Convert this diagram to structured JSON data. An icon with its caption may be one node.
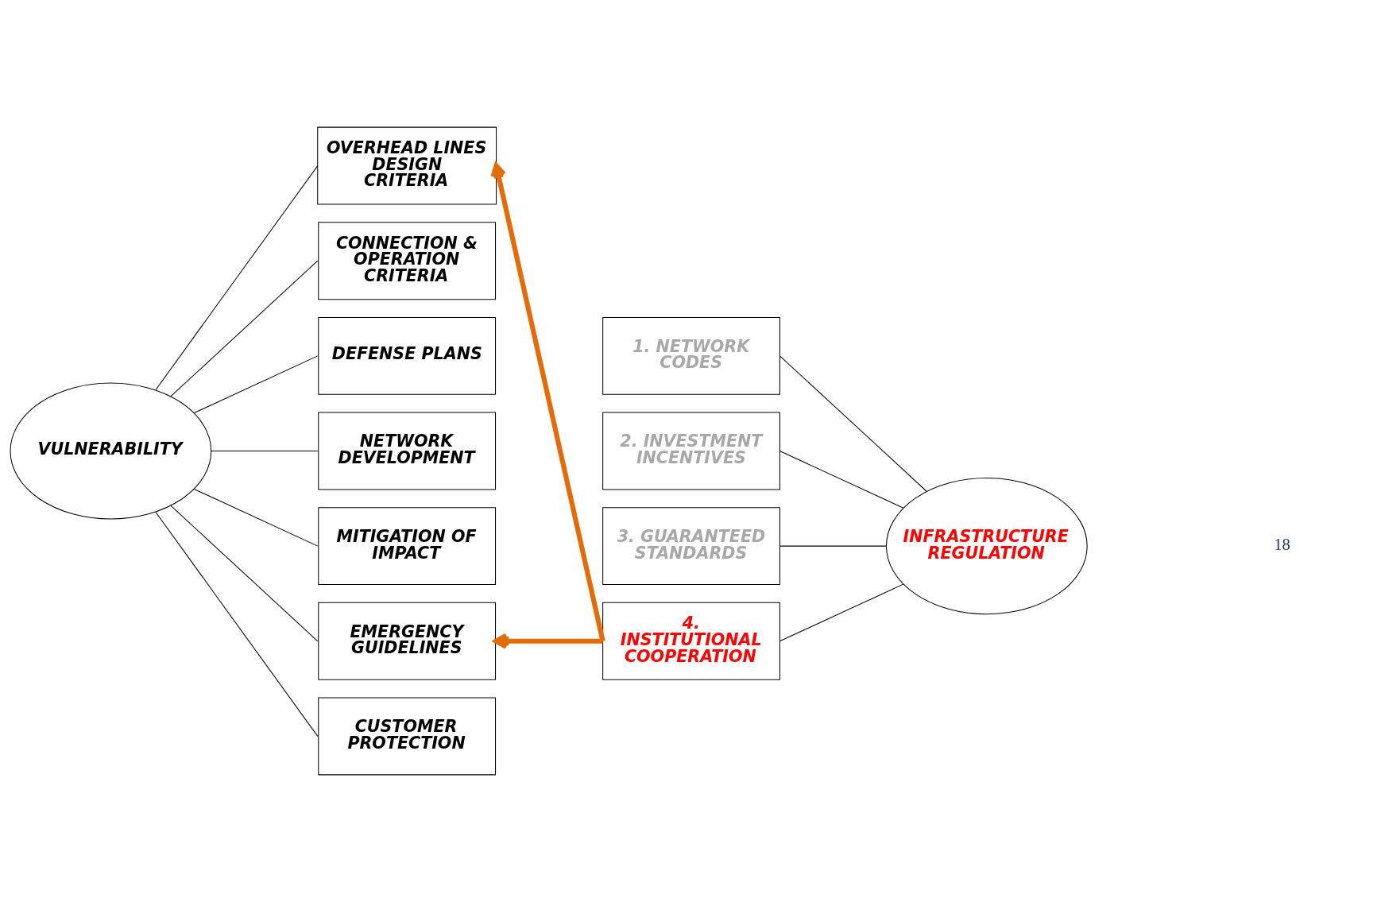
{
  "diagram": {
    "nodes": [
      {
        "text": [
          "VULNERABILITY"
        ]
      },
      {
        "text": [
          "OVERHEAD LINES DESIGN CRITERIA"
        ]
      },
      {
        "text": [
          "CONNECTION & OPERATION CRITERIA"
        ]
      },
      {
        "text": [
          "DEFENSE PLANS"
        ]
      },
      {
        "text": [
          "NETWORK DEVELOPMENT"
        ]
      },
      {
        "text": [
          "MITIGATION OF IMPACT"
        ]
      },
      {
        "text": [
          "EMERGENCY GUIDELINES"
        ]
      },
      {
        "text": [
          "CUSTOMER PROTECTION"
        ]
      },
      {
        "text": [
          "1. NETWORK CODES"
        ]
      },
      {
        "text": [
          "2. INVESTMENT INCENTIVES"
        ]
      },
      {
        "text": [
          "3. GUARANTEED STANDARDS"
        ]
      },
      {
        "text": [
          "4. INSTITUTIONAL COOPERATION"
        ]
      },
      {
        "text": [
          "INFRASTRUCTURE REGULATION"
        ]
      }
    ],
    "edges": [
      {
        "from": 0,
        "to": 1,
        "arrow": "none"
      },
      {
        "from": 0,
        "to": 2,
        "arrow": "none"
      },
      {
        "from": 0,
        "to": 3,
        "arrow": "none"
      },
      {
        "from": 0,
        "to": 4,
        "arrow": "none"
      },
      {
        "from": 0,
        "to": 5,
        "arrow": "none"
      },
      {
        "from": 0,
        "to": 6,
        "arrow": "none"
      },
      {
        "from": 0,
        "to": 7,
        "arrow": "none"
      },
      {
        "from": 12,
        "to": 8,
        "arrow": "none"
      },
      {
        "from": 12,
        "to": 9,
        "arrow": "none"
      },
      {
        "from": 12,
        "to": 10,
        "arrow": "none"
      },
      {
        "from": 12,
        "to": 11,
        "arrow": "none"
      },
      {
        "from": 11,
        "to": 1,
        "arrow": "to",
        "style": "thick",
        "color": "#e36c0a"
      },
      {
        "from": 11,
        "to": 6,
        "arrow": "to",
        "style": "thick",
        "color": "#e36c0a"
      }
    ],
    "labels": [
      "18"
    ]
  }
}
